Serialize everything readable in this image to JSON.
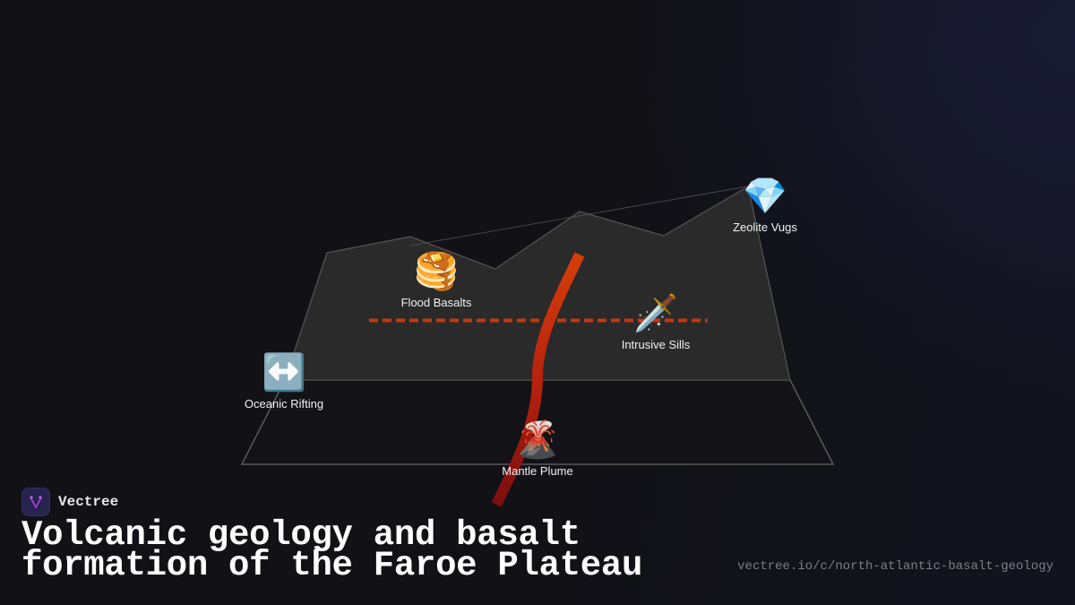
{
  "brand": {
    "name": "Vectree",
    "logo_icon": "vectree-branch-logo",
    "logo_bg": "#26234f",
    "logo_accent": "#a63fd6"
  },
  "title": {
    "line1": "Volcanic geology and basalt",
    "line2": "formation of the Faroe Plateau"
  },
  "url": "vectree.io/c/north-atlantic-basalt-geology",
  "diagram": {
    "colors": {
      "background": "#111116",
      "plateau_fill": "#2a2a2a",
      "outline": "#5a5a5a",
      "plume": "#cc3a0a",
      "sill_dash": "#c4380e"
    },
    "nodes": [
      {
        "id": "zeolite-vugs",
        "label": "Zeolite Vugs",
        "emoji": "💎",
        "icon": "gem-icon"
      },
      {
        "id": "flood-basalts",
        "label": "Flood Basalts",
        "emoji": "🥞",
        "icon": "pancakes-icon"
      },
      {
        "id": "intrusive-sills",
        "label": "Intrusive Sills",
        "emoji": "🗡️",
        "icon": "dagger-icon"
      },
      {
        "id": "oceanic-rifting",
        "label": "Oceanic Rifting",
        "emoji": "↔️",
        "icon": "left-right-arrow-icon"
      },
      {
        "id": "mantle-plume",
        "label": "Mantle Plume",
        "emoji": "🌋",
        "icon": "volcano-icon"
      }
    ]
  }
}
